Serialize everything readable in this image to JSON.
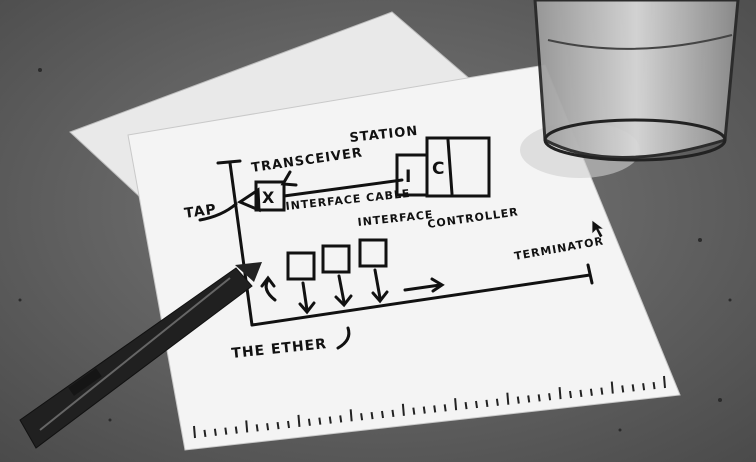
{
  "sketch": {
    "transceiver": "TRANSCEIVER",
    "station": "STATION",
    "tap": "TAP",
    "x_box": "X",
    "interface_cable": "INTERFACE CABLE",
    "i_box": "I",
    "c_box": "C",
    "interface": "INTERFACE",
    "controller": "CONTROLLER",
    "terminator": "TERMINATOR",
    "the_ether": "THE ETHER"
  }
}
